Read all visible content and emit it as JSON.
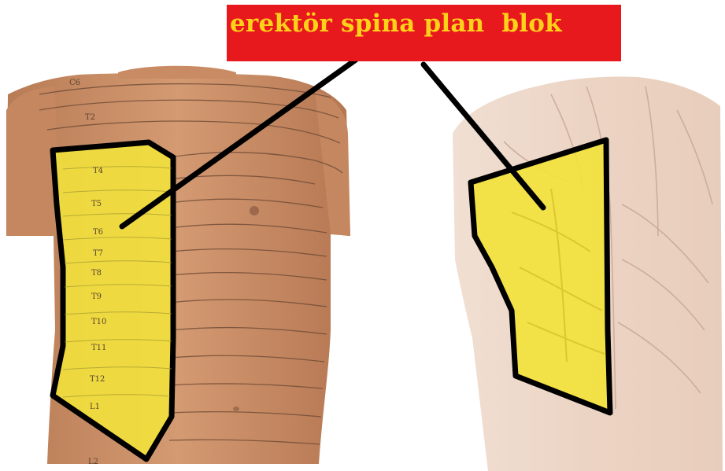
{
  "title": {
    "text": "erektör spina plan  blok",
    "background_color": "#e8191c",
    "text_color": "#ffd21a"
  },
  "block_region_color": "#f2e23c",
  "outline_color": "#000000",
  "front_torso": {
    "dermatome_labels": [
      "C6",
      "T2",
      "T4",
      "T5",
      "T6",
      "T7",
      "T8",
      "T9",
      "T10",
      "T11",
      "T12",
      "L1",
      "L2"
    ]
  }
}
